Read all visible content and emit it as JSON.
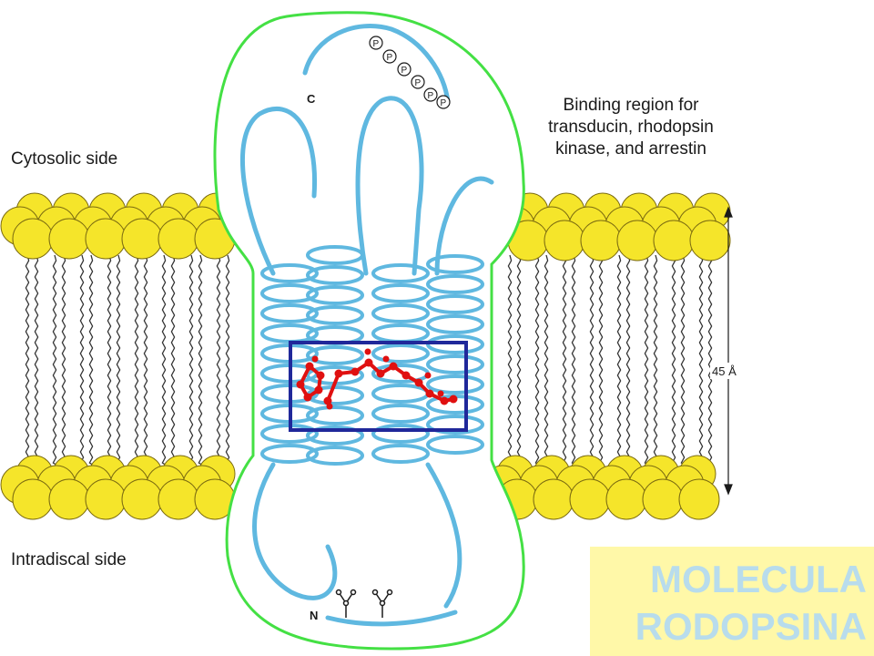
{
  "labels": {
    "cytosolic": "Cytosolic side",
    "intradiscal": "Intradiscal side",
    "binding_line1": "Binding region for",
    "binding_line2": "transducin, rhodopsin",
    "binding_line3": "kinase, and arrestin",
    "thickness": "45 Å",
    "c_terminus": "C",
    "n_terminus": "N",
    "phosphate": "P"
  },
  "title": {
    "line1": "MOLECULA",
    "line2": "RODOPSINA"
  },
  "colors": {
    "lipid_head": "#f5e52a",
    "lipid_outline": "#7a6a10",
    "protein_outline": "#44e044",
    "helix": "#5fb8e0",
    "retinal": "#e01010",
    "highlight_box": "#20289a",
    "title_bg": "#fff8a8",
    "title_text": "#b8dcec"
  }
}
